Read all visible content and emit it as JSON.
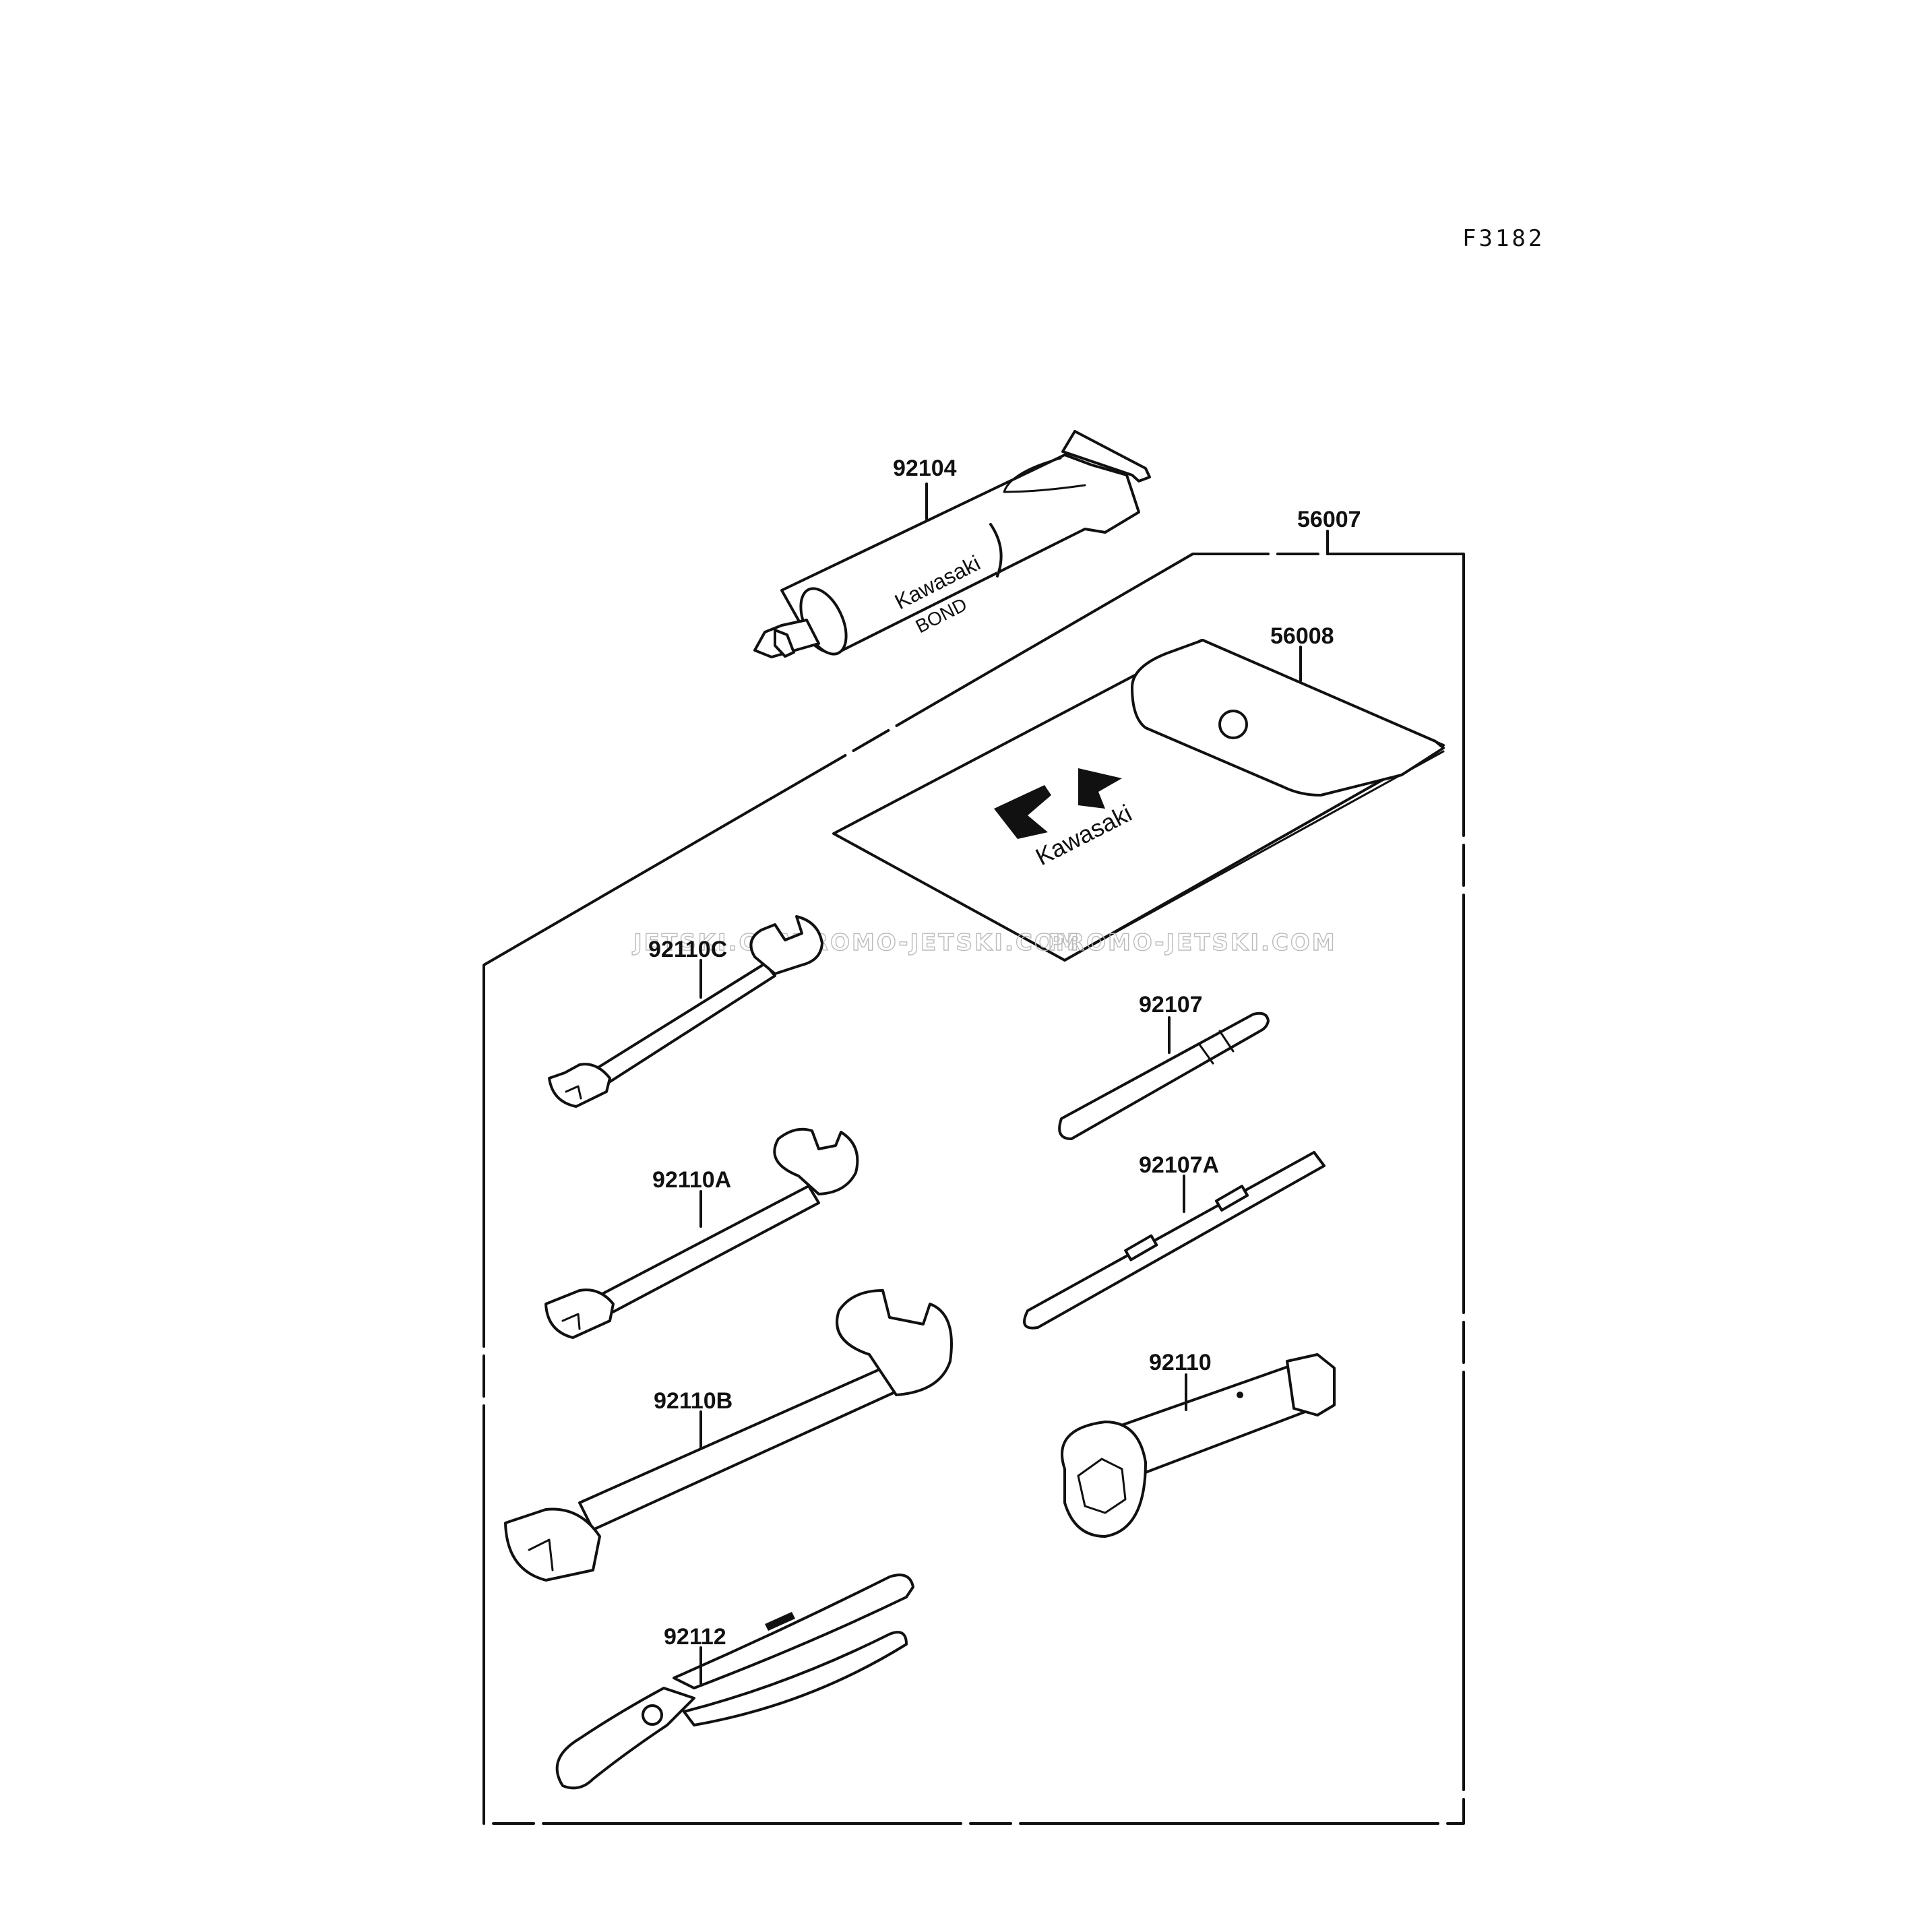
{
  "figure_code": "F3182",
  "watermark": {
    "text_left": "JETSKI.COM",
    "text_mid": "PROMO-JETSKI.COM",
    "text_right": "PROMO-JETSKI.COM"
  },
  "parts": {
    "bond_tube": {
      "number": "92104",
      "print_line1": "Kawasaki",
      "print_line2": "BOND"
    },
    "tool_kit": {
      "number": "56007"
    },
    "tool_bag": {
      "number": "56008",
      "brand": "Kawasaki"
    },
    "wrench_small": {
      "number": "92110C"
    },
    "wrench_medium": {
      "number": "92110A"
    },
    "wrench_large": {
      "number": "92110B"
    },
    "pliers": {
      "number": "92112"
    },
    "screwdriver_bit": {
      "number": "92107"
    },
    "screwdriver_handle": {
      "number": "92107A"
    },
    "plug_wrench": {
      "number": "92110"
    }
  },
  "colors": {
    "ink": "#111111",
    "paper": "#ffffff",
    "watermark": "#bbbbbb"
  }
}
